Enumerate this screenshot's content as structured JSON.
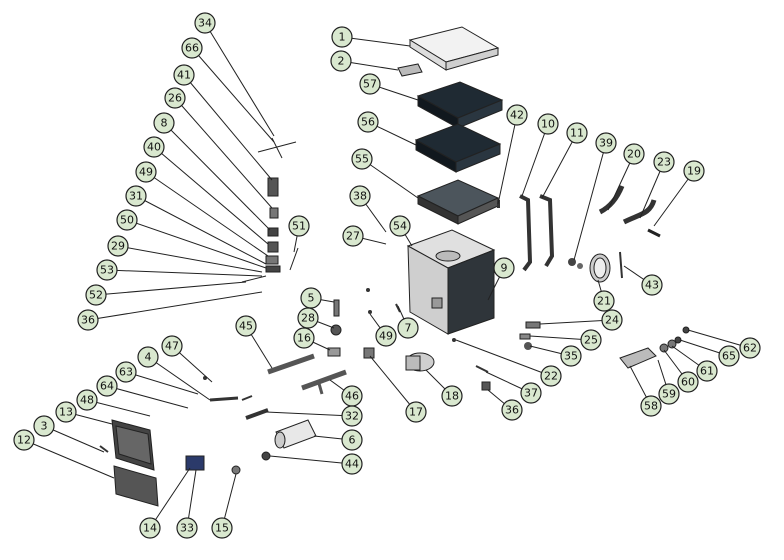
{
  "callouts": [
    {
      "id": "c1",
      "label": "1"
    },
    {
      "id": "c2",
      "label": "2"
    },
    {
      "id": "c57",
      "label": "57"
    },
    {
      "id": "c56",
      "label": "56"
    },
    {
      "id": "c55",
      "label": "55"
    },
    {
      "id": "c38",
      "label": "38"
    },
    {
      "id": "c27",
      "label": "27"
    },
    {
      "id": "c54",
      "label": "54"
    },
    {
      "id": "c42",
      "label": "42"
    },
    {
      "id": "c10",
      "label": "10"
    },
    {
      "id": "c11",
      "label": "11"
    },
    {
      "id": "c39",
      "label": "39"
    },
    {
      "id": "c20",
      "label": "20"
    },
    {
      "id": "c23",
      "label": "23"
    },
    {
      "id": "c19",
      "label": "19"
    },
    {
      "id": "c9",
      "label": "9"
    },
    {
      "id": "c43",
      "label": "43"
    },
    {
      "id": "c21",
      "label": "21"
    },
    {
      "id": "c24",
      "label": "24"
    },
    {
      "id": "c25",
      "label": "25"
    },
    {
      "id": "c35",
      "label": "35"
    },
    {
      "id": "c22",
      "label": "22"
    },
    {
      "id": "c37",
      "label": "37"
    },
    {
      "id": "c36b",
      "label": "36"
    },
    {
      "id": "c62",
      "label": "62"
    },
    {
      "id": "c65",
      "label": "65"
    },
    {
      "id": "c61",
      "label": "61"
    },
    {
      "id": "c60",
      "label": "60"
    },
    {
      "id": "c59",
      "label": "59"
    },
    {
      "id": "c58",
      "label": "58"
    },
    {
      "id": "c34",
      "label": "34"
    },
    {
      "id": "c66",
      "label": "66"
    },
    {
      "id": "c41",
      "label": "41"
    },
    {
      "id": "c26",
      "label": "26"
    },
    {
      "id": "c8",
      "label": "8"
    },
    {
      "id": "c40",
      "label": "40"
    },
    {
      "id": "c49a",
      "label": "49"
    },
    {
      "id": "c31",
      "label": "31"
    },
    {
      "id": "c50",
      "label": "50"
    },
    {
      "id": "c29",
      "label": "29"
    },
    {
      "id": "c53",
      "label": "53"
    },
    {
      "id": "c52",
      "label": "52"
    },
    {
      "id": "c36a",
      "label": "36"
    },
    {
      "id": "c51",
      "label": "51"
    },
    {
      "id": "c5",
      "label": "5"
    },
    {
      "id": "c28",
      "label": "28"
    },
    {
      "id": "c7",
      "label": "7"
    },
    {
      "id": "c49b",
      "label": "49"
    },
    {
      "id": "c16",
      "label": "16"
    },
    {
      "id": "c45",
      "label": "45"
    },
    {
      "id": "c17",
      "label": "17"
    },
    {
      "id": "c18",
      "label": "18"
    },
    {
      "id": "c47",
      "label": "47"
    },
    {
      "id": "c4",
      "label": "4"
    },
    {
      "id": "c63",
      "label": "63"
    },
    {
      "id": "c64",
      "label": "64"
    },
    {
      "id": "c48",
      "label": "48"
    },
    {
      "id": "c46",
      "label": "46"
    },
    {
      "id": "c32",
      "label": "32"
    },
    {
      "id": "c6",
      "label": "6"
    },
    {
      "id": "c44",
      "label": "44"
    },
    {
      "id": "c3",
      "label": "3"
    },
    {
      "id": "c13",
      "label": "13"
    },
    {
      "id": "c12",
      "label": "12"
    },
    {
      "id": "c14",
      "label": "14"
    },
    {
      "id": "c33",
      "label": "33"
    },
    {
      "id": "c15",
      "label": "15"
    }
  ],
  "colors": {
    "bubble_fill": "#d9e8cf",
    "line": "#222222",
    "part_dark": "#1f2a33",
    "part_light": "#e8e8e8",
    "part_mid": "#9aa3aa"
  }
}
